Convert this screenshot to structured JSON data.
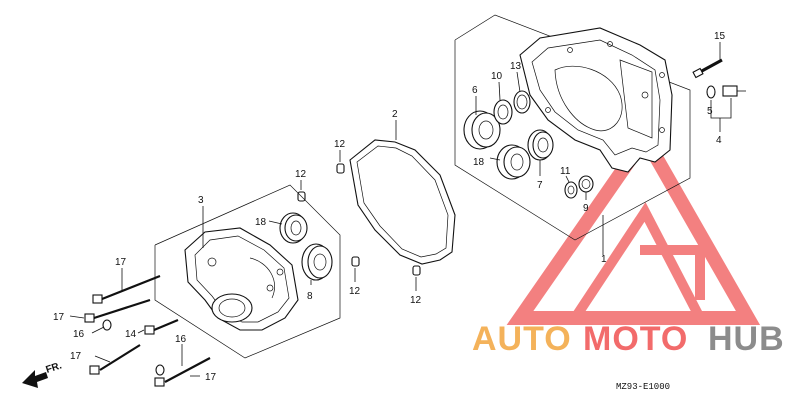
{
  "callouts": [
    {
      "id": "c1",
      "text": "1"
    },
    {
      "id": "c2",
      "text": "2"
    },
    {
      "id": "c3",
      "text": "3"
    },
    {
      "id": "c4",
      "text": "4"
    },
    {
      "id": "c5",
      "text": "5"
    },
    {
      "id": "c6",
      "text": "6"
    },
    {
      "id": "c7",
      "text": "7"
    },
    {
      "id": "c8",
      "text": "8"
    },
    {
      "id": "c9",
      "text": "9"
    },
    {
      "id": "c10",
      "text": "10"
    },
    {
      "id": "c11",
      "text": "11"
    },
    {
      "id": "c12a",
      "text": "12"
    },
    {
      "id": "c12b",
      "text": "12"
    },
    {
      "id": "c12c",
      "text": "12"
    },
    {
      "id": "c12d",
      "text": "12"
    },
    {
      "id": "c13",
      "text": "13"
    },
    {
      "id": "c14",
      "text": "14"
    },
    {
      "id": "c15",
      "text": "15"
    },
    {
      "id": "c16a",
      "text": "16"
    },
    {
      "id": "c16b",
      "text": "16"
    },
    {
      "id": "c17a",
      "text": "17"
    },
    {
      "id": "c17b",
      "text": "17"
    },
    {
      "id": "c17c",
      "text": "17"
    },
    {
      "id": "c17d",
      "text": "17"
    },
    {
      "id": "c18a",
      "text": "18"
    },
    {
      "id": "c18b",
      "text": "18"
    }
  ],
  "front_label": "FR.",
  "diagram_code": "MZ93-E1000",
  "watermark": {
    "auto": "AUTO",
    "moto": "MOTO",
    "hub": "HUB",
    "color_red": "#f26b6b",
    "color_orange": "#f4b25a",
    "color_gray": "#8c8c8c"
  }
}
